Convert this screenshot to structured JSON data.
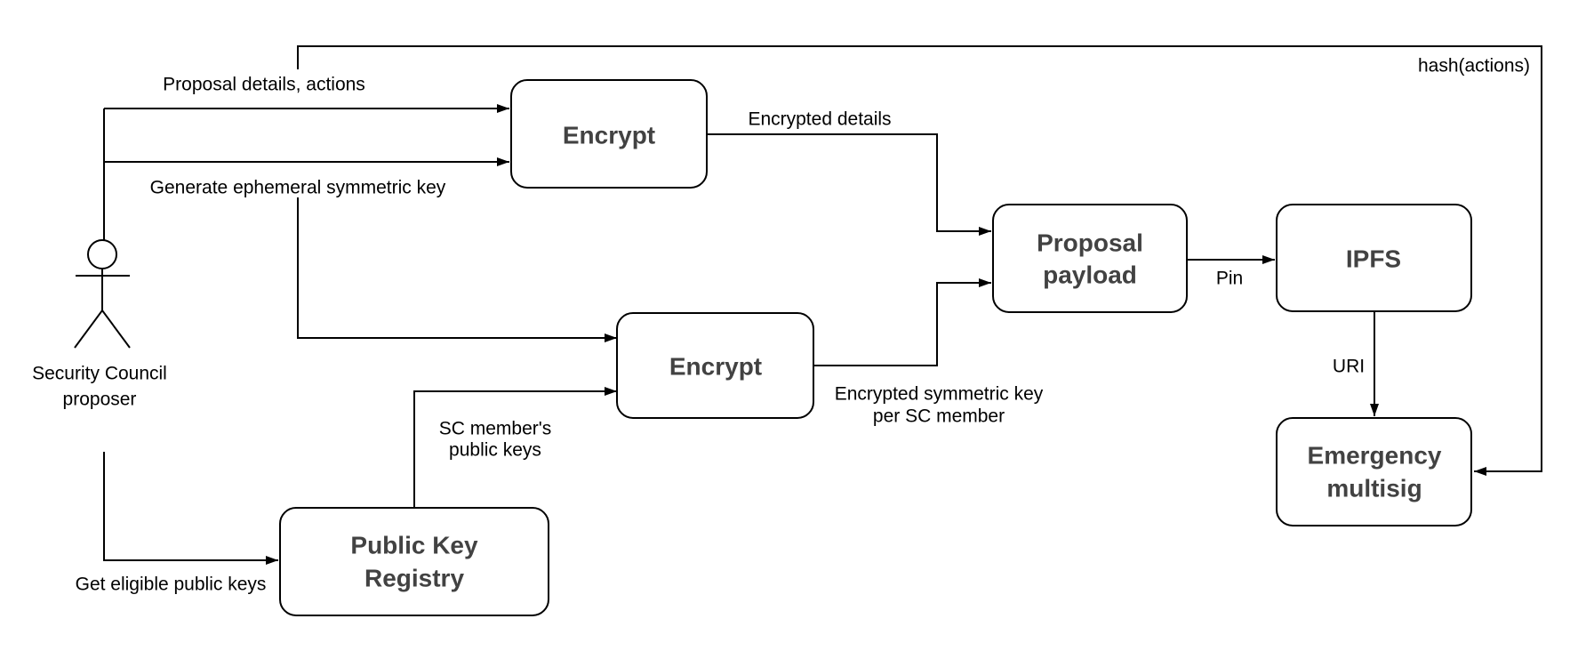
{
  "diagram": {
    "background_color": "#ffffff",
    "line_color": "#000000",
    "node_fill_color": "#ffffff",
    "node_text_color": "#424242",
    "actor": {
      "label_line1": "Security Council",
      "label_line2": "proposer"
    },
    "nodes": {
      "encrypt_top": {
        "label": "Encrypt"
      },
      "encrypt_middle": {
        "label": "Encrypt"
      },
      "public_key_registry": {
        "label_line1": "Public Key",
        "label_line2": "Registry"
      },
      "proposal_payload": {
        "label_line1": "Proposal",
        "label_line2": "payload"
      },
      "ipfs": {
        "label": "IPFS"
      },
      "emergency_multisig": {
        "label_line1": "Emergency",
        "label_line2": "multisig"
      }
    },
    "edge_labels": {
      "proposal_details": "Proposal details, actions",
      "generate_key": "Generate ephemeral symmetric key",
      "encrypted_details": "Encrypted details",
      "sc_member_keys_line1": "SC member's",
      "sc_member_keys_line2": "public keys",
      "get_eligible_keys": "Get eligible public keys",
      "encrypted_sym_key_line1": "Encrypted symmetric key",
      "encrypted_sym_key_line2": "per SC member",
      "pin": "Pin",
      "uri": "URI",
      "hash_actions": "hash(actions)"
    }
  }
}
